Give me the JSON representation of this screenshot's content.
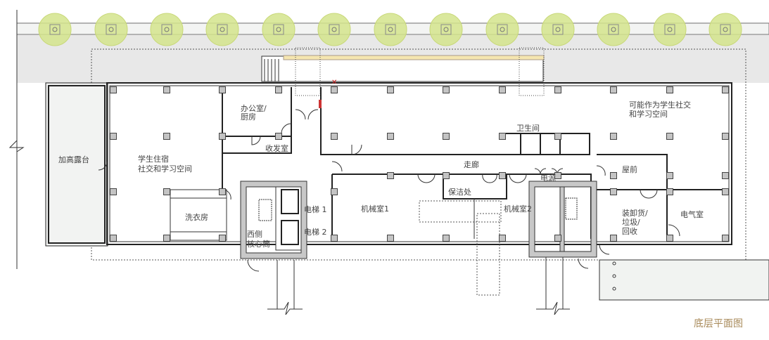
{
  "title": "底层平面图",
  "colors": {
    "tree": "#d4e48c",
    "title": "#a88a5a",
    "paving": "#e8e8e8",
    "core": "#c8c8c8"
  },
  "rooms": {
    "terrace": "加高露台",
    "dorm_l1": "学生住宿",
    "dorm_l2": "社交和学习空间",
    "office_l1": "办公室/",
    "office_l2": "厨房",
    "mailroom": "收发室",
    "laundry": "洗衣房",
    "core_l1": "西侧",
    "core_l2": "核心筒",
    "elevator1": "电梯 1",
    "elevator2": "电梯 2",
    "mech1": "机械室1",
    "mech2": "机械室2",
    "cleaning": "保洁处",
    "corridor": "走廊",
    "power": "电源",
    "toilet": "卫生间",
    "social_l1": "可能作为学生社交",
    "social_l2": "和学习空间",
    "front": "屋前",
    "loading_l1": "装卸货/",
    "loading_l2": "垃圾/",
    "loading_l3": "回收",
    "electrical": "电气室"
  }
}
